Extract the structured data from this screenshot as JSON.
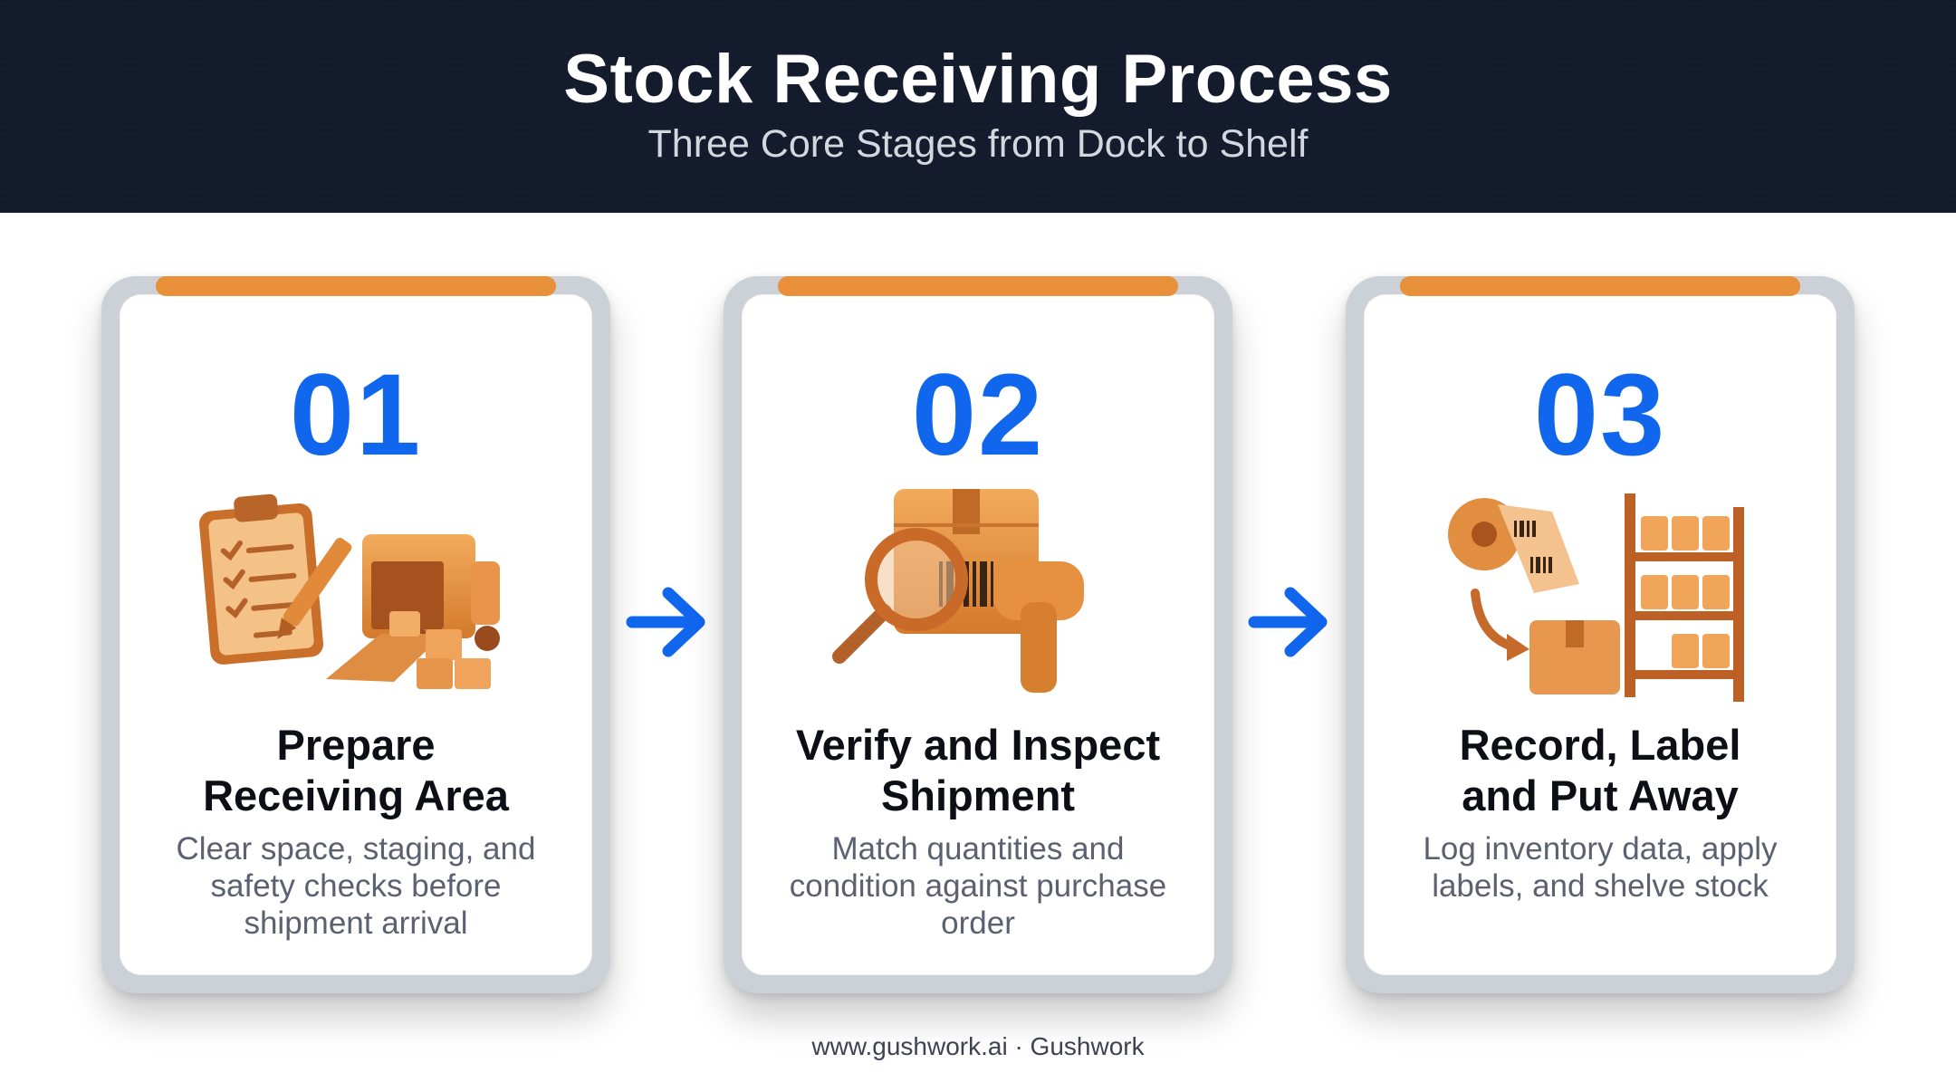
{
  "header": {
    "title": "Stock Receiving Process",
    "subtitle": "Three Core Stages from Dock to Shelf"
  },
  "colors": {
    "header_bg": "#131b2c",
    "accent_orange": "#e8913a",
    "number_blue": "#1166ee",
    "arrow_blue": "#1166ee"
  },
  "steps": [
    {
      "number": "01",
      "title_line1": "Prepare",
      "title_line2": "Receiving Area",
      "desc_line1": "Clear space, staging, and",
      "desc_line2": "safety checks before",
      "desc_line3": "shipment arrival",
      "icon": "clipboard-truck-icon"
    },
    {
      "number": "02",
      "title_line1": "Verify and Inspect",
      "title_line2": "Shipment",
      "desc_line1": "Match quantities and",
      "desc_line2": "condition against purchase",
      "desc_line3": "order",
      "icon": "magnifier-scanner-box-icon"
    },
    {
      "number": "03",
      "title_line1": "Record, Label",
      "title_line2": "and Put Away",
      "desc_line1": "Log inventory data, apply",
      "desc_line2": "labels, and shelve stock",
      "desc_line3": "",
      "icon": "label-roll-shelf-icon"
    }
  ],
  "connectors": [
    "arrow-right-icon",
    "arrow-right-icon"
  ],
  "footer": "www.gushwork.ai · Gushwork"
}
